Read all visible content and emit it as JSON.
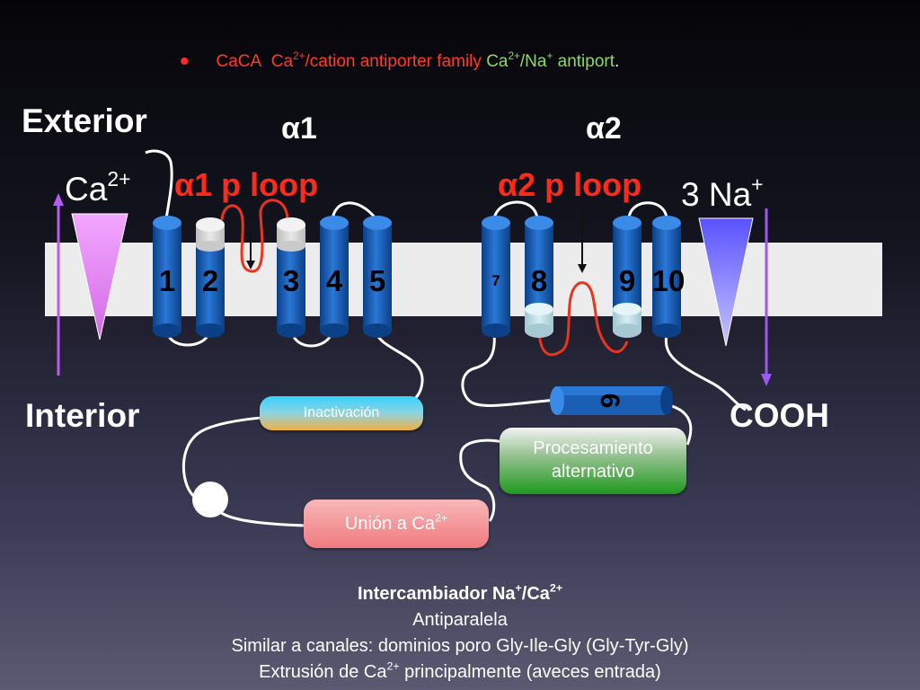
{
  "header": {
    "family_abbr": "CaCA",
    "family_pre": "Ca",
    "family_sup": "2+",
    "family_post": "/cation antiporter family",
    "antiport_pre": "Ca",
    "antiport_sup": "2+",
    "antiport_mid": "/Na",
    "antiport_sup2": "+",
    "antiport_post": " antiport",
    "end": "."
  },
  "labels": {
    "exterior": "Exterior",
    "interior": "Interior",
    "alpha1": "α1",
    "alpha2": "α2",
    "ca_ion": "Ca",
    "ca_sup": "2+",
    "na_ion": "3 Na",
    "na_sup": "+",
    "loop1": "α1 p loop",
    "loop2": "α2 p loop",
    "cooh": "COOH"
  },
  "helices": [
    "1",
    "2",
    "3",
    "4",
    "5",
    "7",
    "8",
    "9",
    "10",
    "6"
  ],
  "pills": {
    "inactivation": "Inactivación",
    "splicing_line1": "Procesamiento",
    "splicing_line2": "alternativo",
    "ca_binding_pre": "Unión a Ca",
    "ca_binding_sup": "2+"
  },
  "footer": {
    "title_pre": "Intercambiador Na",
    "title_sup1": "+",
    "title_mid": "/Ca",
    "title_sup2": "2+",
    "line1": "Antiparalela",
    "line2": "Similar a canales: dominios poro Gly-Ile-Gly (Gly-Tyr-Gly)",
    "line3_pre": "Extrusión de Ca",
    "line3_sup": "2+",
    "line3_post": " principalmente (aveces entrada)"
  },
  "colors": {
    "helix": "#1a5fb4",
    "loop": "#ff3a2a",
    "membrane": "#eeeeee",
    "ca_gradient": "#ee88ff",
    "na_gradient": "#7a6cff"
  }
}
